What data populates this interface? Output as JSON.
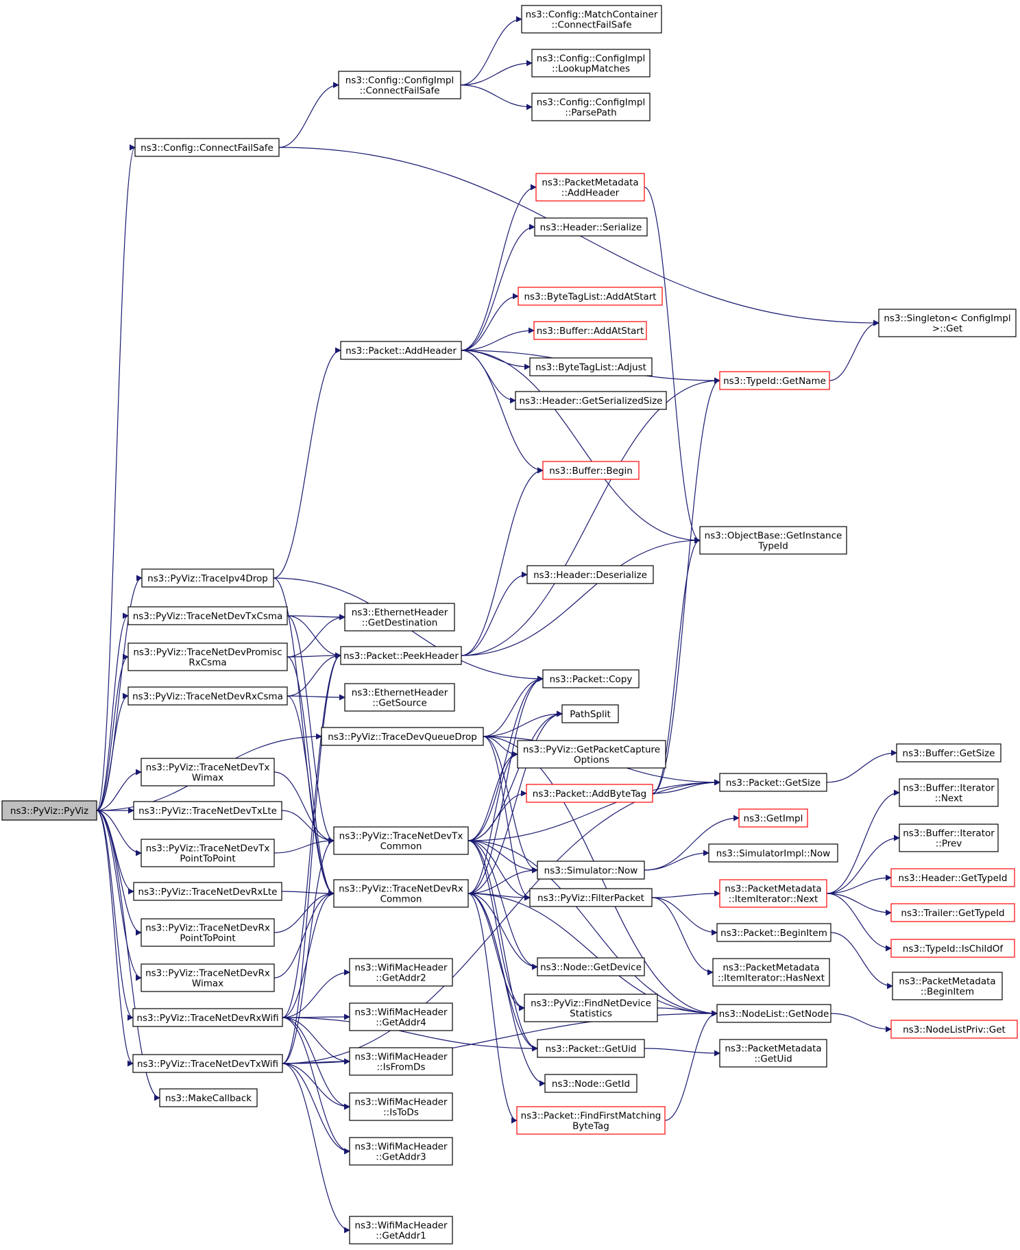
{
  "graph": {
    "type": "call-graph",
    "edge_color": "#191970",
    "node_border_default": "#000000",
    "node_border_truncated": "#ff0000",
    "root_fill": "#bfbfbf",
    "nodes": [
      {
        "id": "root",
        "lines": [
          "ns3::PyViz::PyViz"
        ],
        "style": "root"
      },
      {
        "id": "cfgConnect",
        "lines": [
          "ns3::Config::ConnectFailSafe"
        ]
      },
      {
        "id": "cfgImplConnect",
        "lines": [
          "ns3::Config::ConfigImpl",
          "::ConnectFailSafe"
        ]
      },
      {
        "id": "matchConnect",
        "lines": [
          "ns3::Config::MatchContainer",
          "::ConnectFailSafe"
        ]
      },
      {
        "id": "lookup",
        "lines": [
          "ns3::Config::ConfigImpl",
          "::LookupMatches"
        ]
      },
      {
        "id": "parsePath",
        "lines": [
          "ns3::Config::ConfigImpl",
          "::ParsePath"
        ]
      },
      {
        "id": "singletonGet",
        "lines": [
          "ns3::Singleton< ConfigImpl",
          ">::Get"
        ]
      },
      {
        "id": "pmAddHeader",
        "lines": [
          "ns3::PacketMetadata",
          "::AddHeader"
        ],
        "style": "red"
      },
      {
        "id": "hdrSerialize",
        "lines": [
          "ns3::Header::Serialize"
        ]
      },
      {
        "id": "btlAddAtStart",
        "lines": [
          "ns3::ByteTagList::AddAtStart"
        ],
        "style": "red"
      },
      {
        "id": "bufAddAtStart",
        "lines": [
          "ns3::Buffer::AddAtStart"
        ],
        "style": "red"
      },
      {
        "id": "pktAddHeader",
        "lines": [
          "ns3::Packet::AddHeader"
        ]
      },
      {
        "id": "btlAdjust",
        "lines": [
          "ns3::ByteTagList::Adjust"
        ]
      },
      {
        "id": "hdrSerSize",
        "lines": [
          "ns3::Header::GetSerializedSize"
        ]
      },
      {
        "id": "typeIdGetName",
        "lines": [
          "ns3::TypeId::GetName"
        ],
        "style": "red"
      },
      {
        "id": "bufBegin",
        "lines": [
          "ns3::Buffer::Begin"
        ],
        "style": "red"
      },
      {
        "id": "objBase",
        "lines": [
          "ns3::ObjectBase::GetInstance",
          "TypeId"
        ]
      },
      {
        "id": "traceIpv4",
        "lines": [
          "ns3::PyViz::TraceIpv4Drop"
        ]
      },
      {
        "id": "hdrDeserialize",
        "lines": [
          "ns3::Header::Deserialize"
        ]
      },
      {
        "id": "txCsma",
        "lines": [
          "ns3::PyViz::TraceNetDevTxCsma"
        ]
      },
      {
        "id": "ethDest",
        "lines": [
          "ns3::EthernetHeader",
          "::GetDestination"
        ]
      },
      {
        "id": "promisc",
        "lines": [
          "ns3::PyViz::TraceNetDevPromisc",
          "RxCsma"
        ]
      },
      {
        "id": "peekHeader",
        "lines": [
          "ns3::Packet::PeekHeader"
        ]
      },
      {
        "id": "pktCopy",
        "lines": [
          "ns3::Packet::Copy"
        ]
      },
      {
        "id": "rxCsma",
        "lines": [
          "ns3::PyViz::TraceNetDevRxCsma"
        ]
      },
      {
        "id": "ethSrc",
        "lines": [
          "ns3::EthernetHeader",
          "::GetSource"
        ]
      },
      {
        "id": "pathSplit",
        "lines": [
          "PathSplit"
        ]
      },
      {
        "id": "devQueueDrop",
        "lines": [
          "ns3::PyViz::TraceDevQueueDrop"
        ]
      },
      {
        "id": "captureOpts",
        "lines": [
          "ns3::PyViz::GetPacketCapture",
          "Options"
        ]
      },
      {
        "id": "bufGetSize",
        "lines": [
          "ns3::Buffer::GetSize"
        ]
      },
      {
        "id": "txWimax",
        "lines": [
          "ns3::PyViz::TraceNetDevTx",
          "Wimax"
        ]
      },
      {
        "id": "addByteTag",
        "lines": [
          "ns3::Packet::AddByteTag"
        ],
        "style": "red"
      },
      {
        "id": "pktGetSize",
        "lines": [
          "ns3::Packet::GetSize"
        ]
      },
      {
        "id": "bufIterNext",
        "lines": [
          "ns3::Buffer::Iterator",
          "::Next"
        ]
      },
      {
        "id": "txLte",
        "lines": [
          "ns3::PyViz::TraceNetDevTxLte"
        ]
      },
      {
        "id": "getImpl",
        "lines": [
          "ns3::GetImpl"
        ],
        "style": "red"
      },
      {
        "id": "txCommon",
        "lines": [
          "ns3::PyViz::TraceNetDevTx",
          "Common"
        ]
      },
      {
        "id": "bufIterPrev",
        "lines": [
          "ns3::Buffer::Iterator",
          "::Prev"
        ]
      },
      {
        "id": "txP2P",
        "lines": [
          "ns3::PyViz::TraceNetDevTx",
          "PointToPoint"
        ]
      },
      {
        "id": "simImplNow",
        "lines": [
          "ns3::SimulatorImpl::Now"
        ]
      },
      {
        "id": "simNow",
        "lines": [
          "ns3::Simulator::Now"
        ]
      },
      {
        "id": "hdrGetTypeId",
        "lines": [
          "ns3::Header::GetTypeId"
        ],
        "style": "red"
      },
      {
        "id": "pmIterNext",
        "lines": [
          "ns3::PacketMetadata",
          "::ItemIterator::Next"
        ],
        "style": "red"
      },
      {
        "id": "rxLte",
        "lines": [
          "ns3::PyViz::TraceNetDevRxLte"
        ]
      },
      {
        "id": "rxCommon",
        "lines": [
          "ns3::PyViz::TraceNetDevRx",
          "Common"
        ]
      },
      {
        "id": "filterPacket",
        "lines": [
          "ns3::PyViz::FilterPacket"
        ]
      },
      {
        "id": "trlGetTypeId",
        "lines": [
          "ns3::Trailer::GetTypeId"
        ],
        "style": "red"
      },
      {
        "id": "rxP2P",
        "lines": [
          "ns3::PyViz::TraceNetDevRx",
          "PointToPoint"
        ]
      },
      {
        "id": "pktBeginItem",
        "lines": [
          "ns3::Packet::BeginItem"
        ]
      },
      {
        "id": "isChildOf",
        "lines": [
          "ns3::TypeId::IsChildOf"
        ],
        "style": "red"
      },
      {
        "id": "rxWimax",
        "lines": [
          "ns3::PyViz::TraceNetDevRx",
          "Wimax"
        ]
      },
      {
        "id": "nodeGetDevice",
        "lines": [
          "ns3::Node::GetDevice"
        ]
      },
      {
        "id": "pmHasNext",
        "lines": [
          "ns3::PacketMetadata",
          "::ItemIterator::HasNext"
        ]
      },
      {
        "id": "pmBeginItem",
        "lines": [
          "ns3::PacketMetadata",
          "::BeginItem"
        ]
      },
      {
        "id": "wifiAddr2",
        "lines": [
          "ns3::WifiMacHeader",
          "::GetAddr2"
        ]
      },
      {
        "id": "findNetDev",
        "lines": [
          "ns3::PyViz::FindNetDevice",
          "Statistics"
        ]
      },
      {
        "id": "nodeListGet",
        "lines": [
          "ns3::NodeList::GetNode"
        ]
      },
      {
        "id": "rxWifi",
        "lines": [
          "ns3::PyViz::TraceNetDevRxWifi"
        ]
      },
      {
        "id": "wifiAddr4",
        "lines": [
          "ns3::WifiMacHeader",
          "::GetAddr4"
        ]
      },
      {
        "id": "nodeListPriv",
        "lines": [
          "ns3::NodeListPriv::Get"
        ],
        "style": "red"
      },
      {
        "id": "pktGetUid",
        "lines": [
          "ns3::Packet::GetUid"
        ]
      },
      {
        "id": "pmGetUid",
        "lines": [
          "ns3::PacketMetadata",
          "::GetUid"
        ]
      },
      {
        "id": "txWifi",
        "lines": [
          "ns3::PyViz::TraceNetDevTxWifi"
        ]
      },
      {
        "id": "wifiFromDs",
        "lines": [
          "ns3::WifiMacHeader",
          "::IsFromDs"
        ]
      },
      {
        "id": "nodeGetId",
        "lines": [
          "ns3::Node::GetId"
        ]
      },
      {
        "id": "makeCallback",
        "lines": [
          "ns3::MakeCallback"
        ]
      },
      {
        "id": "wifiToDs",
        "lines": [
          "ns3::WifiMacHeader",
          "::IsToDs"
        ]
      },
      {
        "id": "findFirstTag",
        "lines": [
          "ns3::Packet::FindFirstMatching",
          "ByteTag"
        ],
        "style": "red"
      },
      {
        "id": "wifiAddr3",
        "lines": [
          "ns3::WifiMacHeader",
          "::GetAddr3"
        ]
      },
      {
        "id": "wifiAddr1",
        "lines": [
          "ns3::WifiMacHeader",
          "::GetAddr1"
        ]
      }
    ]
  }
}
